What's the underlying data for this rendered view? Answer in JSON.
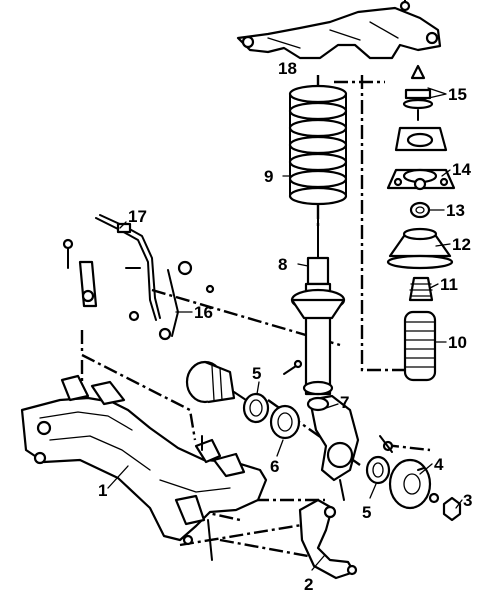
{
  "callouts": [
    {
      "id": "c1",
      "label": "1"
    },
    {
      "id": "c2",
      "label": "2"
    },
    {
      "id": "c3",
      "label": "3"
    },
    {
      "id": "c4",
      "label": "4"
    },
    {
      "id": "c5a",
      "label": "5"
    },
    {
      "id": "c5b",
      "label": "5"
    },
    {
      "id": "c6",
      "label": "6"
    },
    {
      "id": "c7",
      "label": "7"
    },
    {
      "id": "c8",
      "label": "8"
    },
    {
      "id": "c9",
      "label": "9"
    },
    {
      "id": "c10",
      "label": "10"
    },
    {
      "id": "c11",
      "label": "11"
    },
    {
      "id": "c12",
      "label": "12"
    },
    {
      "id": "c13",
      "label": "13"
    },
    {
      "id": "c14",
      "label": "14"
    },
    {
      "id": "c15",
      "label": "15"
    },
    {
      "id": "c16",
      "label": "16"
    },
    {
      "id": "c17",
      "label": "17"
    },
    {
      "id": "c18",
      "label": "18"
    }
  ],
  "colors": {
    "ink": "#000000",
    "paper": "#ffffff"
  }
}
